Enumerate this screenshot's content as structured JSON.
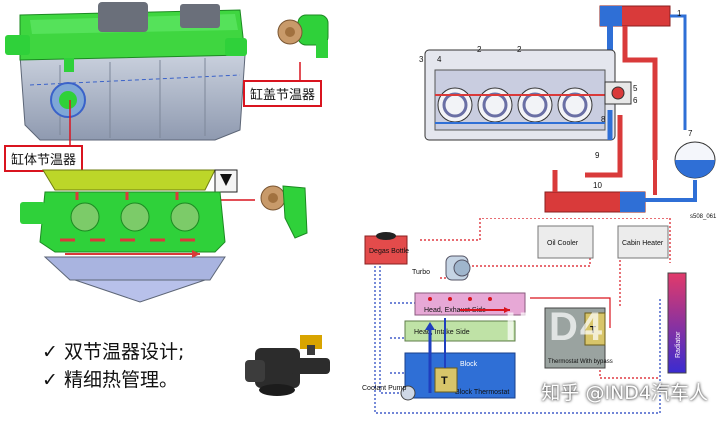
{
  "callouts": {
    "head_thermostat": "缸盖节温器",
    "block_thermostat": "缸体节温器"
  },
  "bullets": [
    "双节温器设计;",
    "精细热管理。"
  ],
  "check_mark": "✓",
  "cooling_diagram": {
    "labels": [
      "1",
      "2",
      "2",
      "3",
      "4",
      "5",
      "6",
      "7",
      "8",
      "9",
      "10"
    ],
    "code": "s508_061"
  },
  "flow_diagram": {
    "degas_bottle": "Degas Bottle",
    "turbo": "Turbo",
    "oil_cooler": "Oil Cooler",
    "cabin_heater": "Cabin Heater",
    "radiator": "Radiator",
    "head_exhaust": "Head, Exhaust Side",
    "head_intake": "Head, Intake Side",
    "block": "Block",
    "coolant_pump": "Coolant Pump",
    "block_thermostat": "Block Thermostat",
    "thermostat_bypass": "Thermostat With bypass",
    "bypass_mark": "T",
    "t_mark": "T"
  },
  "watermark": {
    "text": "知乎 @IND4汽车人",
    "logo": "IND4"
  },
  "colors": {
    "engine_green": "#2fd13a",
    "engine_gray": "#a9b4c6",
    "callout_red": "#d9141f",
    "hot_red": "#d93a3a",
    "cool_blue": "#2f6fd6"
  }
}
